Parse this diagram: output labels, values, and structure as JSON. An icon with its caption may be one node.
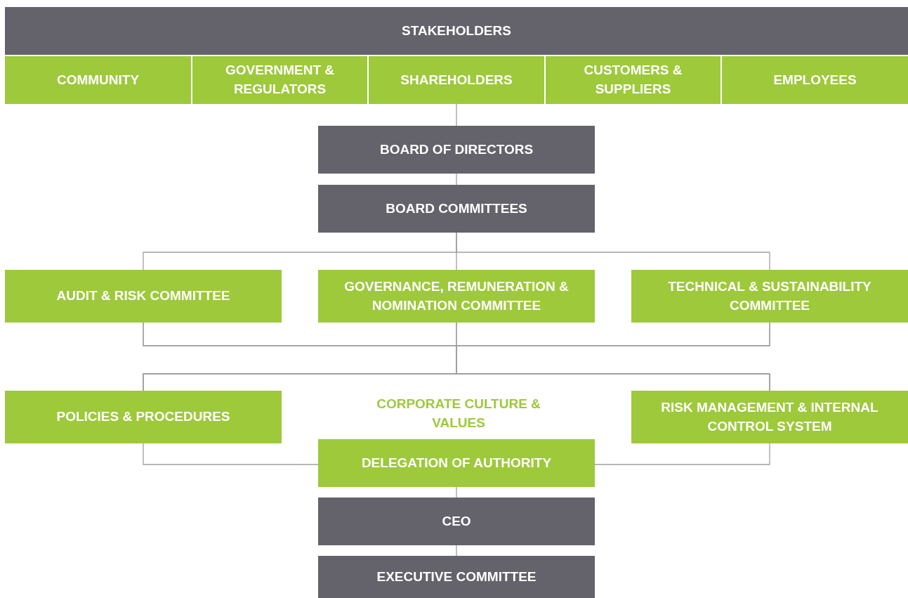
{
  "diagram": {
    "nodes": [
      {
        "text": [
          "STAKEHOLDERS"
        ]
      },
      {
        "text": [
          "COMMUNITY"
        ]
      },
      {
        "text": [
          "GOVERNMENT & REGULATORS"
        ]
      },
      {
        "text": [
          "SHAREHOLDERS"
        ]
      },
      {
        "text": [
          "CUSTOMERS & SUPPLIERS"
        ]
      },
      {
        "text": [
          "EMPLOYEES"
        ]
      },
      {
        "text": [
          "BOARD OF DIRECTORS"
        ]
      },
      {
        "text": [
          "BOARD COMMITTEES"
        ]
      },
      {
        "text": [
          "AUDIT & RISK COMMITTEE"
        ]
      },
      {
        "text": [
          "GOVERNANCE, REMUNERATION & NOMINATION COMMITTEE"
        ]
      },
      {
        "text": [
          "TECHNICAL & SUSTAINABILITY COMMITTEE"
        ]
      },
      {
        "text": [
          "POLICIES & PROCEDURES"
        ]
      },
      {
        "text": [
          "RISK MANAGEMENT & INTERNAL CONTROL SYSTEM"
        ]
      },
      {
        "text": [
          "DELEGATION OF AUTHORITY"
        ]
      },
      {
        "text": [
          "CEO"
        ]
      },
      {
        "text": [
          "EXECUTIVE COMMITTEE"
        ]
      }
    ],
    "edges": [
      {
        "from": 3,
        "to": 6,
        "arrow": "none"
      },
      {
        "from": 6,
        "to": 7,
        "arrow": "none"
      },
      {
        "from": 7,
        "to": 8,
        "arrow": "none"
      },
      {
        "from": 7,
        "to": 9,
        "arrow": "none"
      },
      {
        "from": 7,
        "to": 10,
        "arrow": "none"
      },
      {
        "from": 8,
        "to": 11,
        "arrow": "none"
      },
      {
        "from": 8,
        "to": 12,
        "arrow": "none"
      },
      {
        "from": 9,
        "to": 11,
        "arrow": "none"
      },
      {
        "from": 9,
        "to": 12,
        "arrow": "none"
      },
      {
        "from": 10,
        "to": 11,
        "arrow": "none"
      },
      {
        "from": 10,
        "to": 12,
        "arrow": "none"
      },
      {
        "from": 11,
        "to": 13,
        "arrow": "none"
      },
      {
        "from": 12,
        "to": 13,
        "arrow": "none"
      },
      {
        "from": 13,
        "to": 14,
        "arrow": "none"
      },
      {
        "from": 14,
        "to": 15,
        "arrow": "none"
      }
    ],
    "labels": [
      "CORPORATE CULTURE & VALUES"
    ]
  }
}
